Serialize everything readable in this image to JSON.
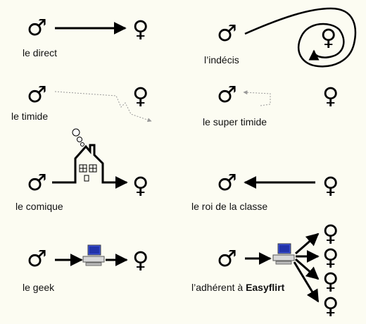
{
  "symbols": {
    "male": "♂",
    "female": "♀"
  },
  "panels": {
    "direct": {
      "label": "le direct"
    },
    "indecis": {
      "label": "l’indécis"
    },
    "timide": {
      "label": "le timide"
    },
    "super_timide": {
      "label": "le super timide"
    },
    "comique": {
      "label": "le comique"
    },
    "roi": {
      "label": "le roi de la classe"
    },
    "geek": {
      "label": "le geek"
    },
    "adherent": {
      "label_prefix": "l’adhérent à ",
      "label_brand": "Easyflirt"
    }
  }
}
